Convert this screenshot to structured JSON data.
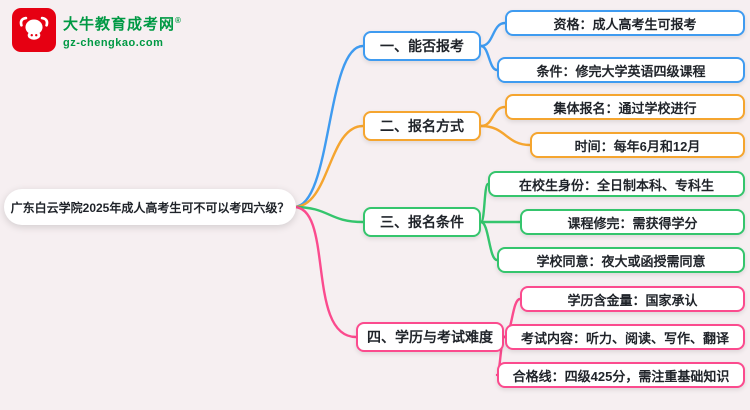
{
  "page": {
    "background": "#f6eff1"
  },
  "logo": {
    "brand": "大牛教育成考网",
    "registered_mark": "®",
    "domain": "gz-chengkao.com",
    "brand_color": "#009944",
    "badge_color": "#e60012"
  },
  "mindmap": {
    "root": "广东白云学院2025年成人高考生可不可以考四六级？",
    "branches": [
      {
        "label": "一、能否报考",
        "color": "#3f9bf0",
        "children": [
          "资格：成人高考生可报考",
          "条件：修完大学英语四级课程"
        ]
      },
      {
        "label": "二、报名方式",
        "color": "#f5a52f",
        "children": [
          "集体报名：通过学校进行",
          "时间：每年6月和12月"
        ]
      },
      {
        "label": "三、报名条件",
        "color": "#35c56d",
        "children": [
          "在校生身份：全日制本科、专科生",
          "课程修完：需获得学分",
          "学校同意：夜大或函授需同意"
        ]
      },
      {
        "label": "四、学历与考试难度",
        "color": "#fb4b8e",
        "children": [
          "学历含金量：国家承认",
          "考试内容：听力、阅读、写作、翻译",
          "合格线：四级425分，需注重基础知识"
        ]
      }
    ]
  }
}
